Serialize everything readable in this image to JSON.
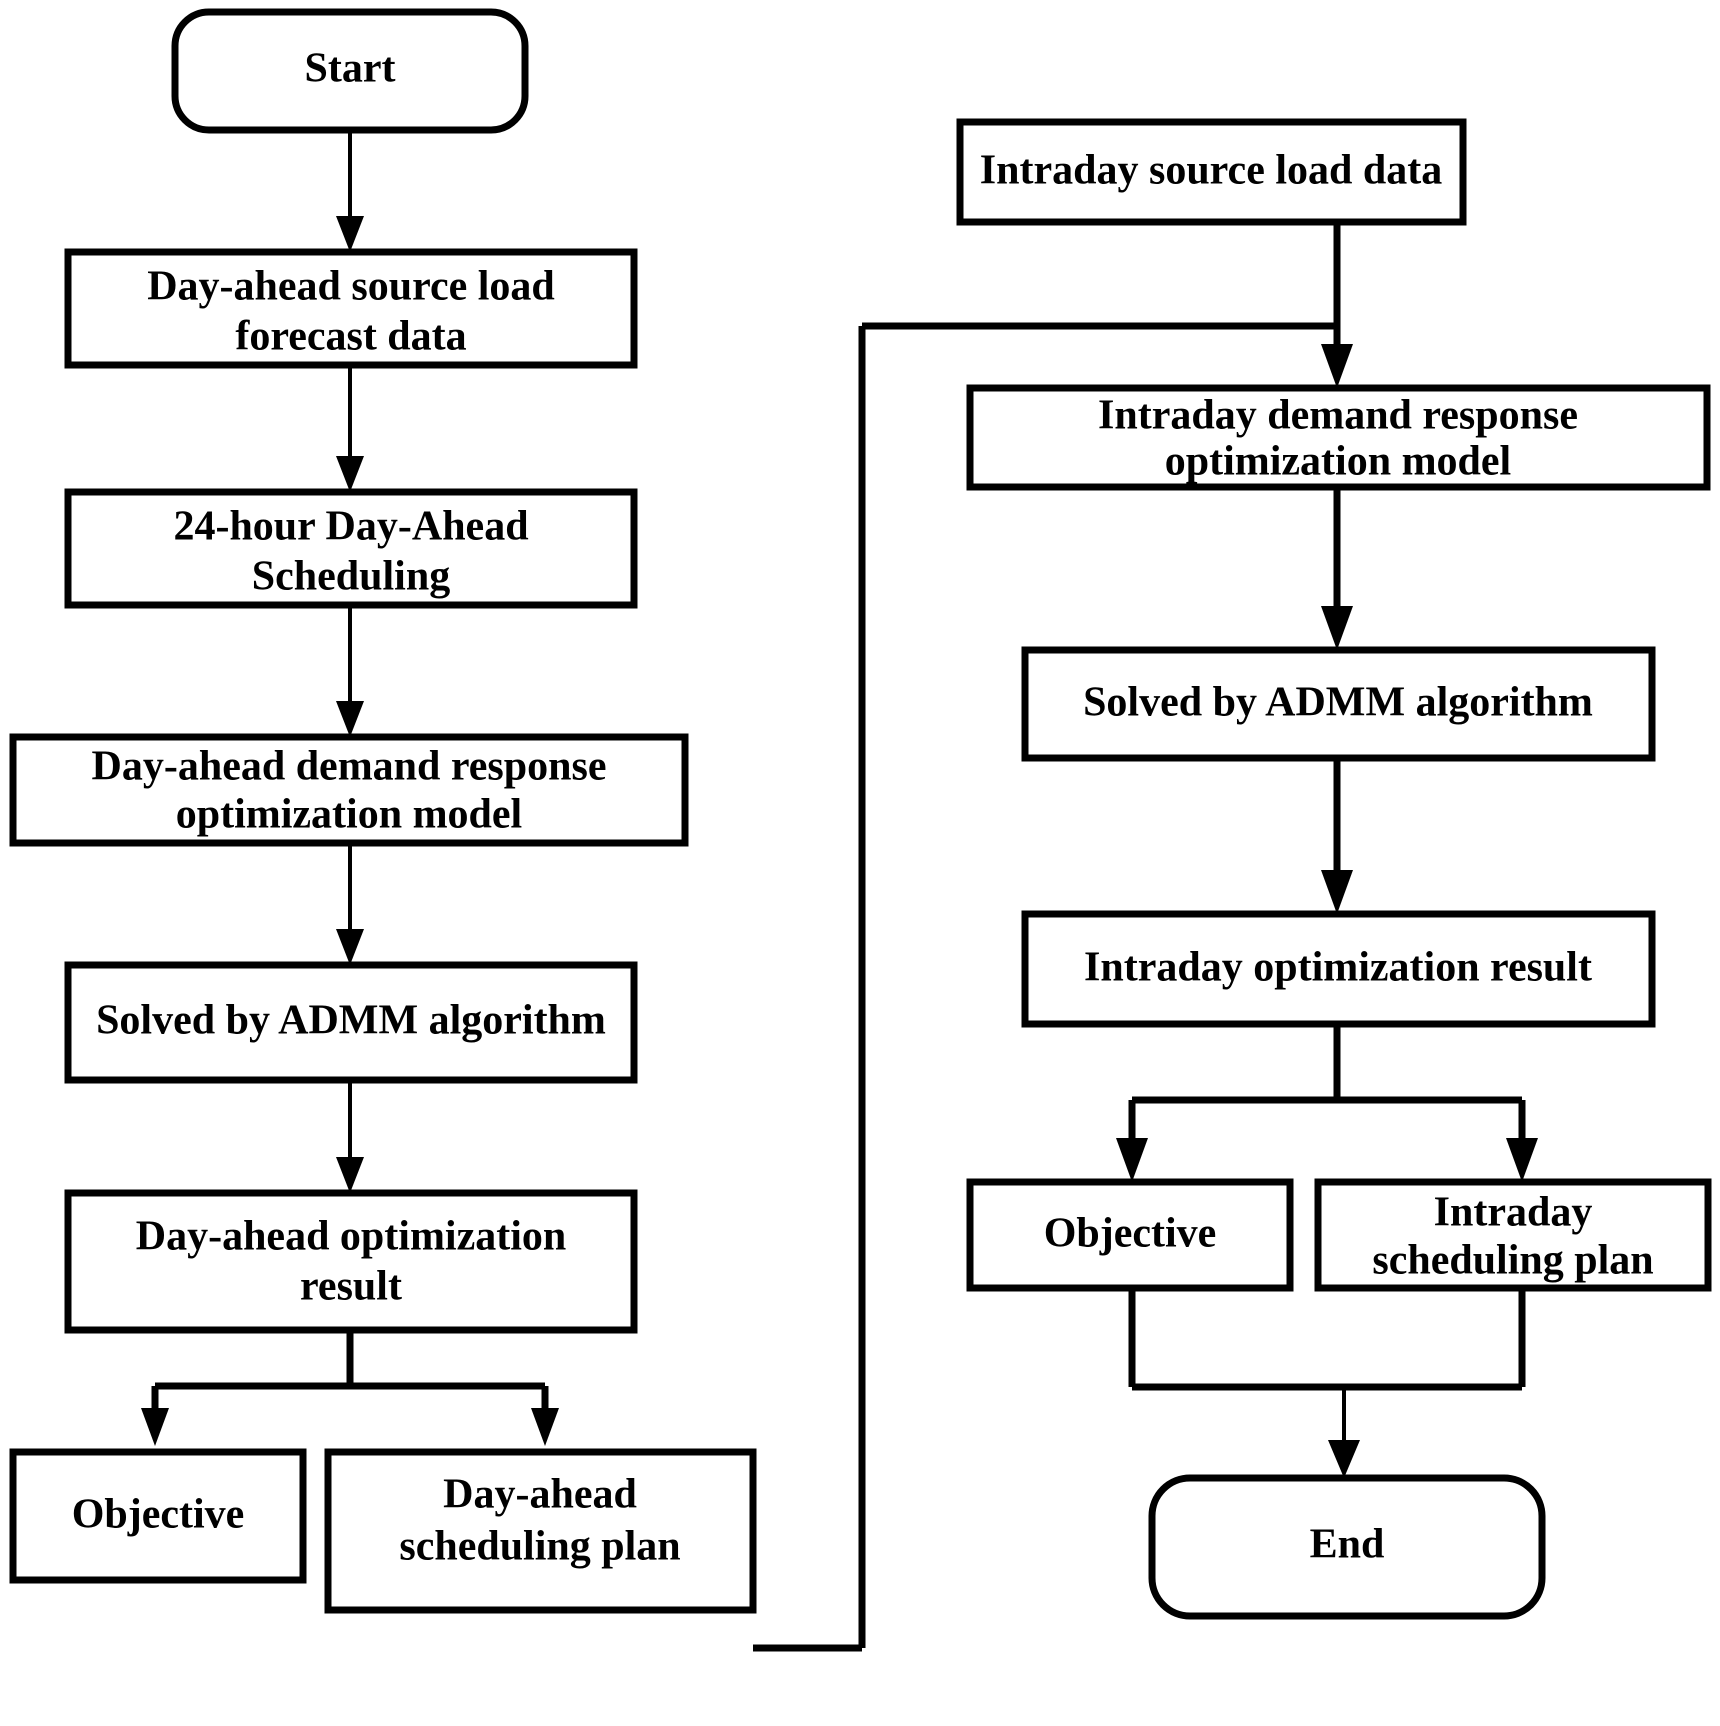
{
  "diagram": {
    "title": "Day-ahead and intraday demand response optimization scheduling flowchart",
    "background_color": "#ffffff",
    "line_color": "#000000",
    "text_color": "#000000",
    "nodes": [
      {
        "id": "start",
        "label": "Start",
        "shape": "terminator"
      },
      {
        "id": "da_forecast",
        "label": "Day-ahead source load\nforecast data",
        "shape": "process"
      },
      {
        "id": "da_24h",
        "label": "24-hour Day-Ahead\nScheduling",
        "shape": "process"
      },
      {
        "id": "da_model",
        "label": "Day-ahead demand response\noptimization model",
        "shape": "process"
      },
      {
        "id": "da_admm",
        "label": "Solved by ADMM algorithm",
        "shape": "process"
      },
      {
        "id": "da_result",
        "label": "Day-ahead optimization\nresult",
        "shape": "process"
      },
      {
        "id": "da_objective",
        "label": "Objective",
        "shape": "process"
      },
      {
        "id": "da_plan",
        "label": "Day-ahead\nscheduling plan",
        "shape": "process"
      },
      {
        "id": "id_source",
        "label": "Intraday source load data",
        "shape": "process"
      },
      {
        "id": "id_model",
        "label": "Intraday demand response\noptimization model",
        "shape": "process"
      },
      {
        "id": "id_admm",
        "label": "Solved by ADMM algorithm",
        "shape": "process"
      },
      {
        "id": "id_result",
        "label": "Intraday optimization result",
        "shape": "process"
      },
      {
        "id": "id_objective",
        "label": "Objective",
        "shape": "process"
      },
      {
        "id": "id_plan",
        "label": "Intraday\nscheduling plan",
        "shape": "process"
      },
      {
        "id": "end",
        "label": "End",
        "shape": "terminator"
      }
    ],
    "edges": [
      {
        "from": "start",
        "to": "da_forecast",
        "style": "arrow"
      },
      {
        "from": "da_forecast",
        "to": "da_24h",
        "style": "arrow"
      },
      {
        "from": "da_24h",
        "to": "da_model",
        "style": "arrow"
      },
      {
        "from": "da_model",
        "to": "da_admm",
        "style": "arrow"
      },
      {
        "from": "da_admm",
        "to": "da_result",
        "style": "arrow"
      },
      {
        "from": "da_result",
        "to": "da_objective",
        "style": "split-arrow"
      },
      {
        "from": "da_result",
        "to": "da_plan",
        "style": "split-arrow"
      },
      {
        "from": "da_plan",
        "to": "id_model",
        "style": "routed"
      },
      {
        "from": "id_source",
        "to": "id_model",
        "style": "arrow"
      },
      {
        "from": "id_model",
        "to": "id_admm",
        "style": "arrow"
      },
      {
        "from": "id_admm",
        "to": "id_result",
        "style": "arrow"
      },
      {
        "from": "id_result",
        "to": "id_objective",
        "style": "split-arrow"
      },
      {
        "from": "id_result",
        "to": "id_plan",
        "style": "split-arrow"
      },
      {
        "from": "id_objective",
        "to": "end",
        "style": "merge-arrow"
      },
      {
        "from": "id_plan",
        "to": "end",
        "style": "merge-arrow"
      }
    ]
  },
  "labels": {
    "start": "Start",
    "da_forecast_l1": "Day-ahead source load",
    "da_forecast_l2": "forecast data",
    "da_24h_l1": "24-hour Day-Ahead",
    "da_24h_l2": "Scheduling",
    "da_model_l1": "Day-ahead demand response",
    "da_model_l2": "optimization model",
    "da_admm": "Solved by ADMM algorithm",
    "da_result_l1": "Day-ahead optimization",
    "da_result_l2": "result",
    "da_objective": "Objective",
    "da_plan_l1": "Day-ahead",
    "da_plan_l2": "scheduling plan",
    "id_source": "Intraday source load data",
    "id_model_l1": "Intraday demand response",
    "id_model_l2": "optimization model",
    "id_admm": "Solved by ADMM algorithm",
    "id_result": "Intraday optimization result",
    "id_objective": "Objective",
    "id_plan_l1": "Intraday",
    "id_plan_l2": "scheduling plan",
    "end": "End"
  }
}
